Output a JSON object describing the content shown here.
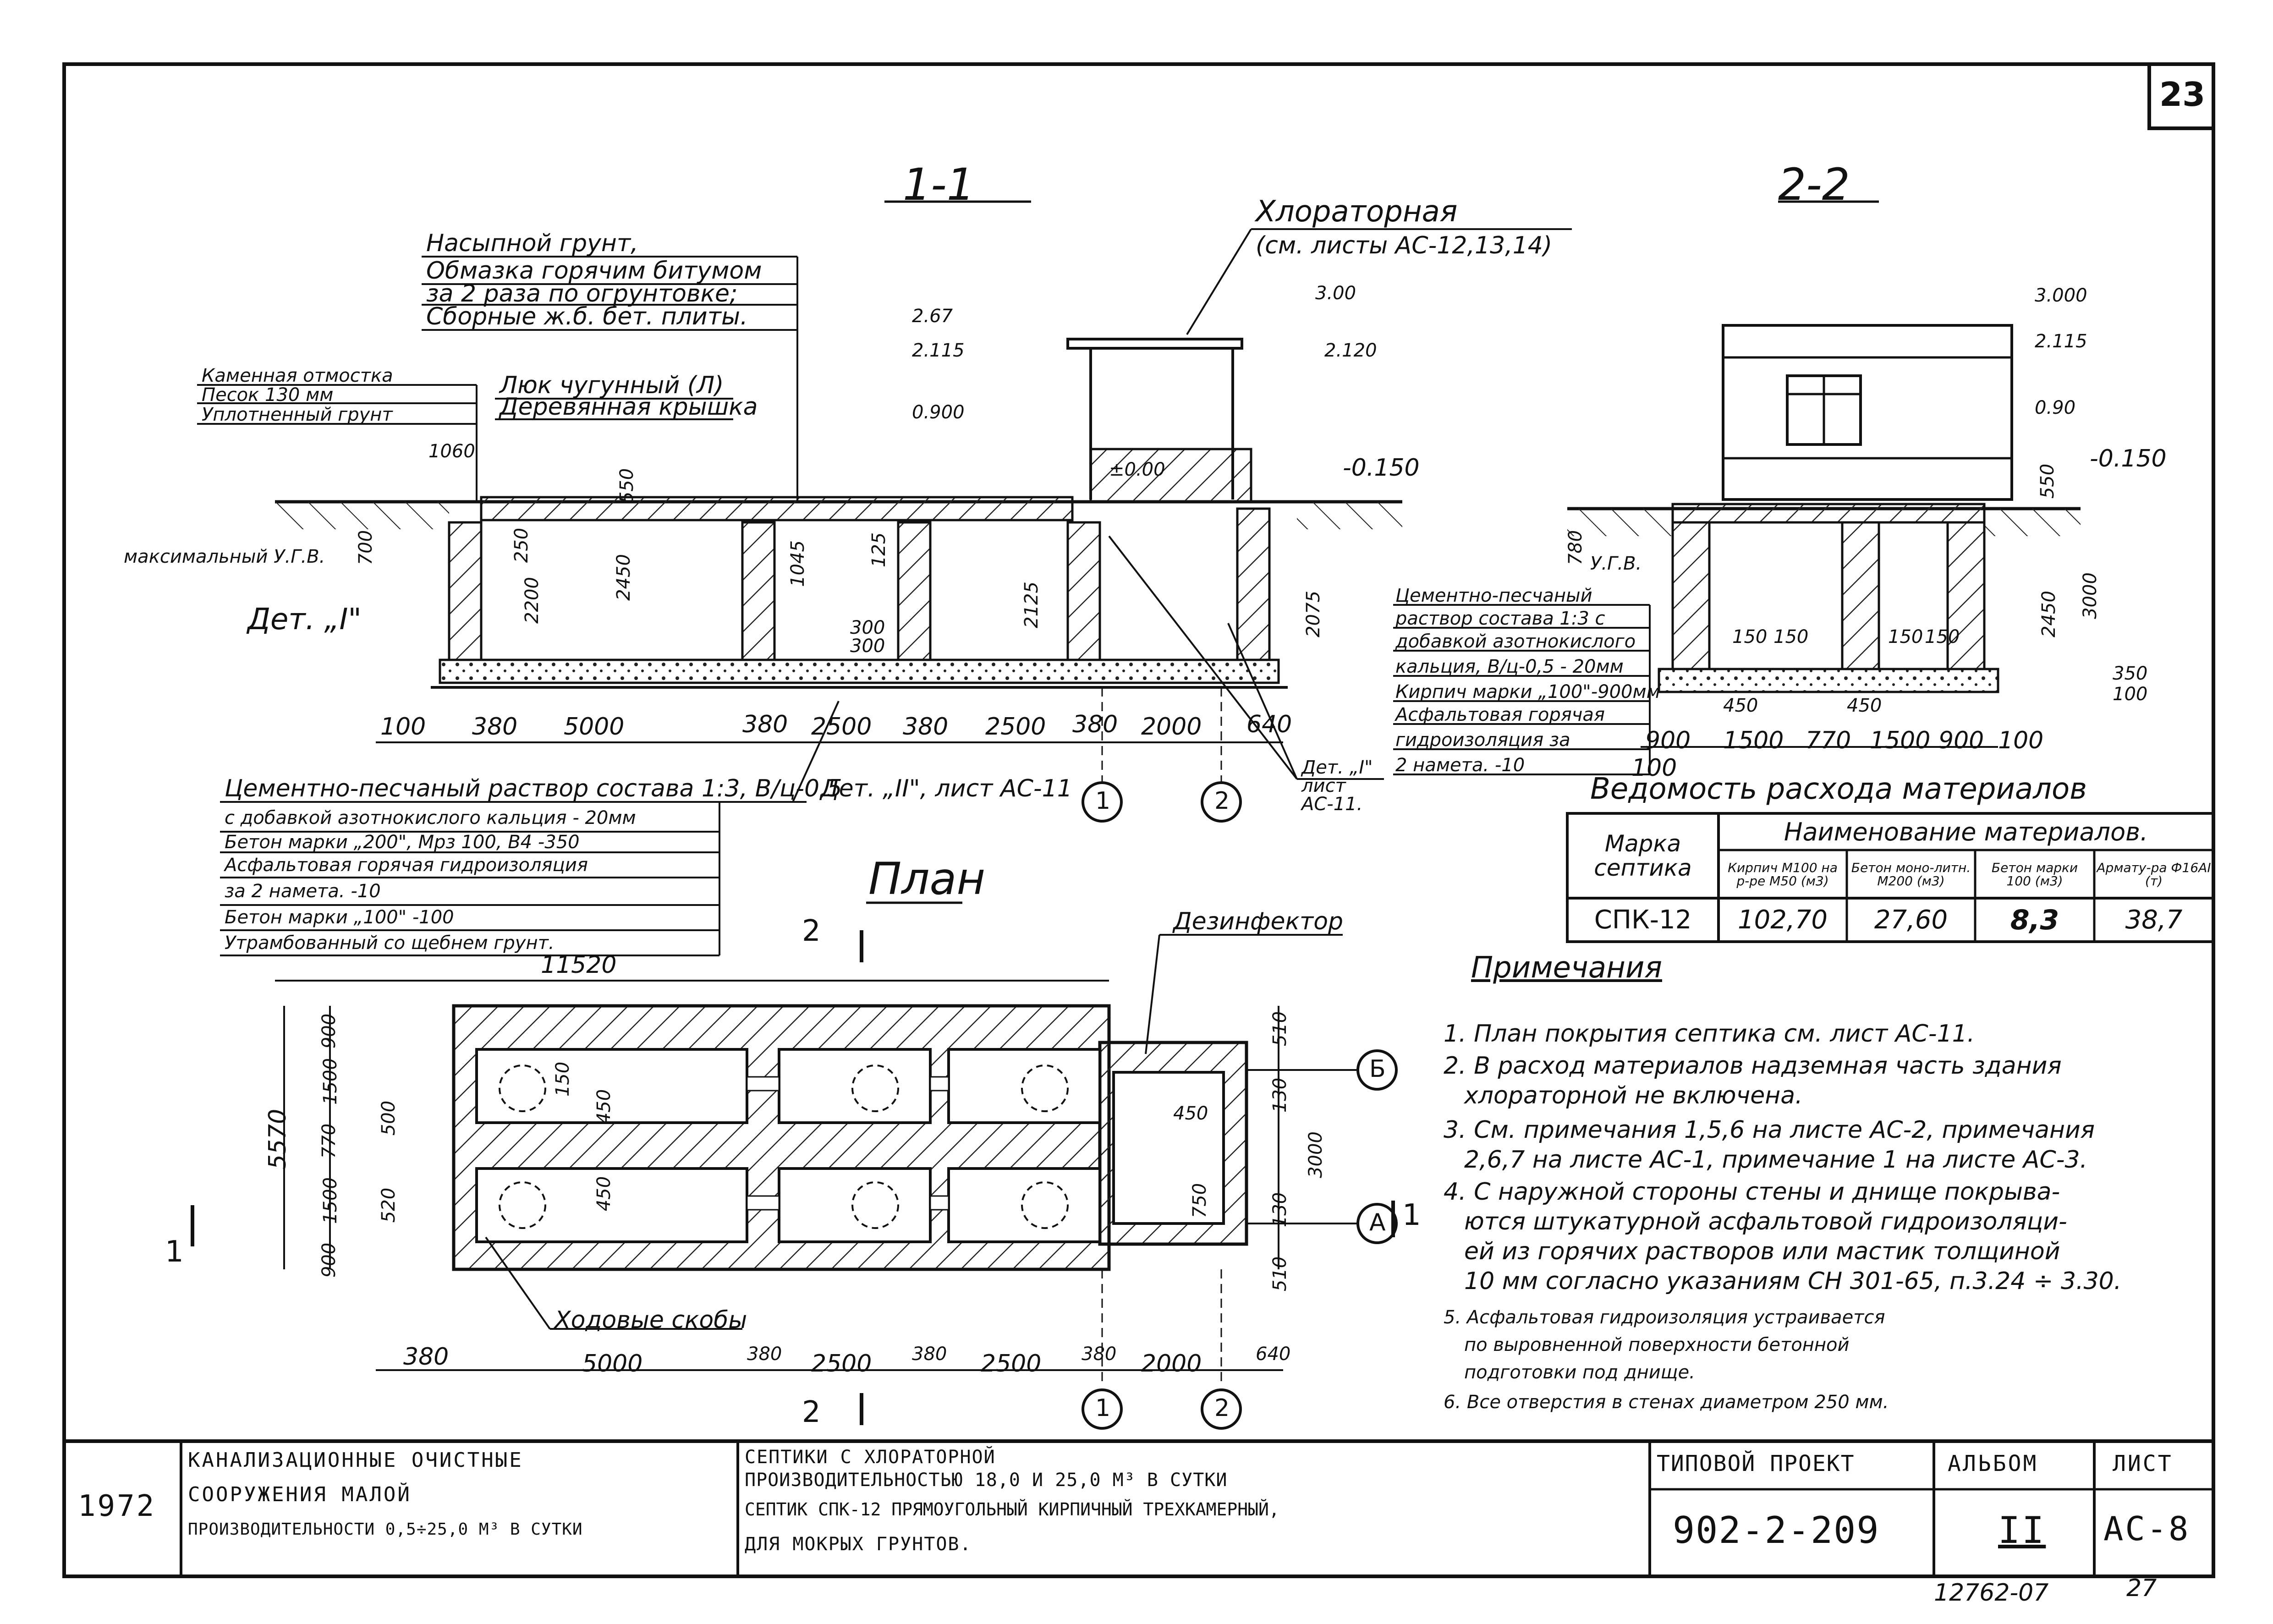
{
  "sheet_number": "23",
  "section_1_1": {
    "title": "1-1",
    "layers_top": [
      "Насыпной грунт,",
      "Обмазка горячим битумом",
      "за 2 раза по огрунтовке;",
      "Сборные ж.б. бет. плиты."
    ],
    "chlorinator_label": "Хлораторная",
    "chlorinator_ref": "(см. листы АС-12,13,14)",
    "blind_area": [
      "Каменная отмостка",
      "Песок 130 мм",
      "Уплотненный грунт"
    ],
    "hatch": [
      "Люк чугунный (Л)",
      "Деревянная крышка"
    ],
    "max_gwl": "максимальный У.Г.В.",
    "detail_1": "Дет. „I\"",
    "detail_2_ref": "Дет. „II\", лист АС-11",
    "detail_1_ref": "Дет. „I\" лист АС-11.",
    "elevations": [
      "2.67",
      "2.115",
      "0.900",
      "3.00",
      "2.120",
      "±0.00",
      "-0.150"
    ],
    "dims_vert": [
      "1060",
      "550",
      "700",
      "250",
      "2450",
      "2200",
      "1045",
      "125",
      "2125",
      "2075",
      "300",
      "300"
    ],
    "dims_bottom": [
      "100",
      "380",
      "5000",
      "380",
      "2500",
      "380",
      "2500",
      "380",
      "2000",
      "640"
    ],
    "axes": [
      "1",
      "2"
    ],
    "layers_bottom": [
      "Цементно-песчаный раствор состава 1:3, В/ц-0,5",
      "с добавкой азотнокислого кальция - 20мм",
      "Бетон марки „200\", Мрз 100, В4 -350",
      "Асфальтовая горячая гидроизоляция",
      "за 2 намета. -10",
      "Бетон марки „100\" -100",
      "Утрамбованный со щебнем грунт."
    ]
  },
  "section_2_2": {
    "title": "2-2",
    "elevations": [
      "3.000",
      "2.115",
      "0.90",
      "-0.150"
    ],
    "gwl": "У.Г.В.",
    "dims_vert": [
      "550",
      "2450",
      "3000",
      "780",
      "350",
      "100"
    ],
    "dims_bottom": [
      "100",
      "900",
      "1500",
      "770",
      "1500",
      "900",
      "100"
    ],
    "inner_dims": [
      "150",
      "150",
      "150",
      "150",
      "450",
      "450"
    ],
    "layers": [
      "Цементно-песчаный",
      "раствор состава 1:3 с",
      "добавкой азотнокислого",
      "кальция, В/ц-0,5 - 20мм",
      "Кирпич марки „100\"-900мм",
      "Асфальтовая горячая",
      "гидроизоляция за",
      "2 намета. -10"
    ]
  },
  "materials_table": {
    "title": "Ведомость расхода материалов",
    "col_mark": "Марка септика",
    "col_group": "Наименование материалов.",
    "cols": [
      "Кирпич М100 на р-ре М50 (м3)",
      "Бетон моно-литн. М200 (м3)",
      "Бетон марки 100 (м3)",
      "Армату-ра Ф16АI (т)"
    ],
    "row": {
      "mark": "СПК-12",
      "values": [
        "102,70",
        "27,60",
        "8,3",
        "38,7"
      ]
    }
  },
  "plan": {
    "title": "План",
    "disinfector": "Дезинфектор",
    "steps_label": "Ходовые скобы",
    "section_marks": [
      "2",
      "2",
      "1",
      "1"
    ],
    "axes_letters": [
      "Б",
      "А"
    ],
    "axes_numbers": [
      "1",
      "2"
    ],
    "overall_width": "11520",
    "overall_height": "5570",
    "dims_left": [
      "900",
      "1500",
      "770",
      "1500",
      "900"
    ],
    "dims_inner_left": [
      "500",
      "520"
    ],
    "dims_right": [
      "510",
      "130",
      "3000",
      "130",
      "510"
    ],
    "dims_inner": [
      "150",
      "450",
      "450",
      "450",
      "750"
    ],
    "dims_bottom": [
      "380",
      "5000",
      "380",
      "2500",
      "380",
      "2500",
      "380",
      "2000",
      "640"
    ]
  },
  "notes": {
    "title": "Примечания",
    "items": [
      "1. План покрытия септика см. лист АС-11.",
      "2. В расход материалов надземная часть здания",
      "хлораторной не включена.",
      "3. См. примечания 1,5,6 на листе АС-2, примечания",
      "2,6,7 на листе АС-1, примечание 1 на листе АС-3.",
      "4. С наружной стороны стены и днище покрыва-",
      "ются штукатурной асфальтовой гидроизоляци-",
      "ей из горячих растворов или мастик толщиной",
      "10 мм согласно указаниям СН 301-65, п.3.24 ÷ 3.30.",
      "5. Асфальтовая гидроизоляция устраивается",
      "по выровненной поверхности бетонной",
      "подготовки под днище.",
      "6. Все отверстия в стенах диаметром 250 мм."
    ]
  },
  "title_block": {
    "year": "1972",
    "project_lines": [
      "КАНАЛИЗАЦИОННЫЕ ОЧИСТНЫЕ",
      "СООРУЖЕНИЯ МАЛОЙ",
      "ПРОИЗВОДИТЕЛЬНОСТИ 0,5÷25,0 М³ В СУТКИ"
    ],
    "sheet_lines": [
      "СЕПТИКИ С ХЛОРАТОРНОЙ",
      "ПРОИЗВОДИТЕЛЬНОСТЬЮ 18,0 И 25,0 М³ В СУТКИ",
      "СЕПТИК СПК-12 ПРЯМОУГОЛЬНЫЙ КИРПИЧНЫЙ ТРЕХКАМЕРНЫЙ,",
      "ДЛЯ МОКРЫХ ГРУНТОВ."
    ],
    "typical_label": "ТИПОВОЙ ПРОЕКТ",
    "typical_value": "902-2-209",
    "album_label": "АЛЬБОМ",
    "album_value": "II",
    "sheet_label": "ЛИСТ",
    "sheet_value": "АС-8"
  },
  "footer_code": "12762-07",
  "footer_page": "27"
}
